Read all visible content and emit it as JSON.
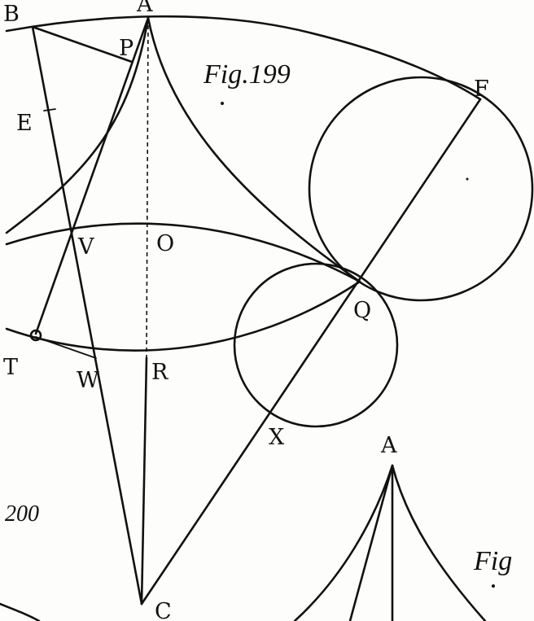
{
  "figure": {
    "caption_main": "Fig.199",
    "caption_next": "200",
    "caption_fig": "Fig"
  },
  "points": {
    "A": "A",
    "B": "B",
    "P": "P",
    "E": "E",
    "F": "F",
    "V": "V",
    "O": "O",
    "Q": "Q",
    "T": "T",
    "W": "W",
    "R": "R",
    "X": "X",
    "C": "C",
    "A2": "A"
  },
  "colors": {
    "ink": "#111111",
    "paper": "#fdfdfb"
  }
}
